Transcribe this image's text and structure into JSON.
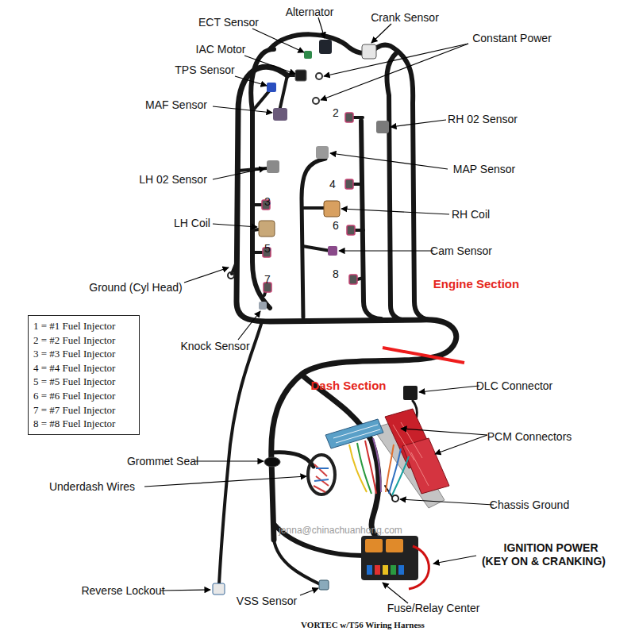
{
  "diagram": {
    "caption": "VORTEC w/T56 Wiring Harness",
    "nodes": [
      {
        "text": [
          "1 = #1 Fuel Injector",
          "2 = #2 Fuel Injector",
          "3 = #3 Fuel Injector",
          "4 = #4 Fuel Injector",
          "5 = #5 Fuel Injector",
          "6 = #6 Fuel Injector",
          "7 = #7 Fuel Injector",
          "8 = #8 Fuel Injector"
        ]
      }
    ],
    "labels": [
      "Alternator",
      "ECT Sensor",
      "Crank Sensor",
      "Constant Power",
      "IAC Motor",
      "TPS Sensor",
      "MAF Sensor",
      "2",
      "RH 02 Sensor",
      "MAP Sensor",
      "LH 02 Sensor",
      "4",
      "3",
      "RH Coil",
      "LH Coil",
      "6",
      "5",
      "Cam Sensor",
      "7",
      "8",
      "Engine Section",
      "Ground (Cyl Head)",
      "Knock Sensor",
      "Dash Section",
      "DLC Connector",
      "PCM Connectors",
      "Grommet Seal",
      "Underdash Wires",
      "Chassis Ground",
      "jenna@chinachuanhong.com",
      "IGNITION POWER (KEY ON & CRANKING)",
      "Reverse Lockout",
      "VSS Sensor",
      "Fuse/Relay Center"
    ]
  }
}
